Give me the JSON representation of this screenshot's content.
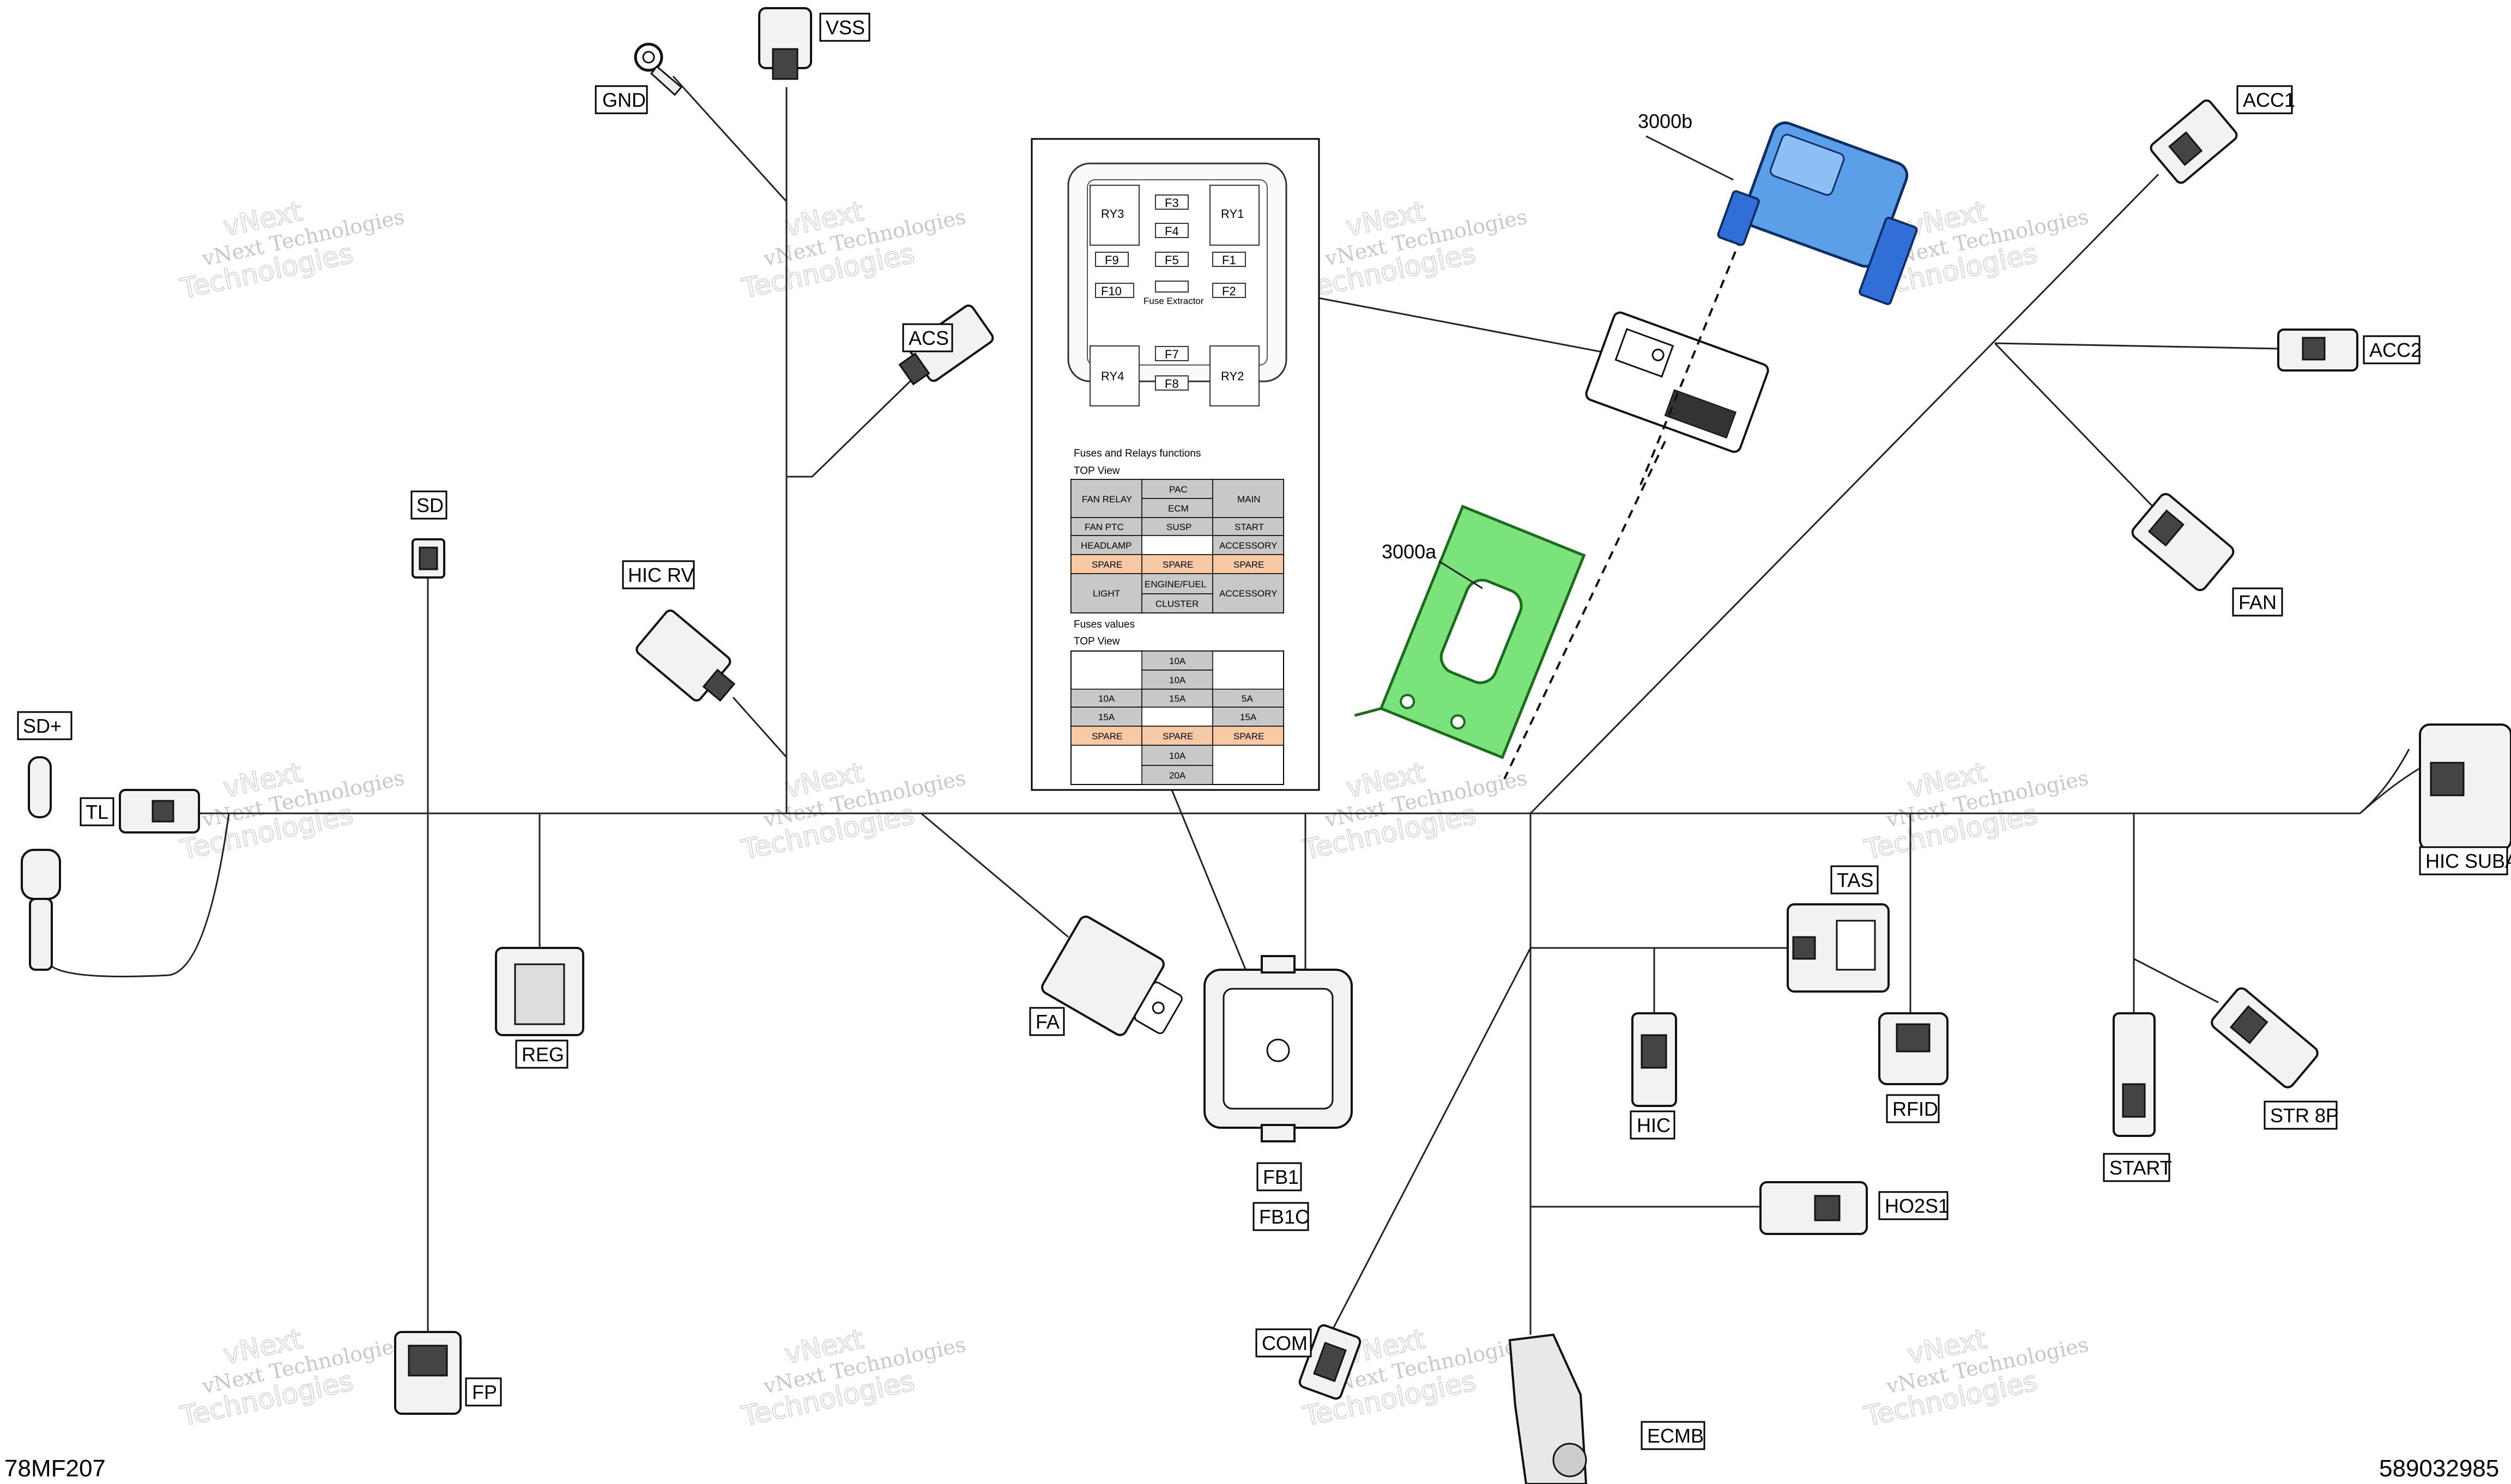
{
  "connector_labels": {
    "gnd": "GND",
    "vss": "VSS",
    "acs": "ACS",
    "sd": "SD",
    "hic_rv": "HIC  RV",
    "sd_plus": "SD+",
    "tl": "TL",
    "reg": "REG",
    "fp": "FP",
    "fa": "FA",
    "fb1": "FB1",
    "fb1c": "FB1C",
    "com": "COM",
    "ecmb": "ECMB",
    "hic": "HIC",
    "tas": "TAS",
    "rfid": "RFID",
    "ho2s1": "HO2S1",
    "start": "START",
    "str8p": "STR 8P",
    "hic_suba": "HIC SUBA",
    "acc1": "ACC1",
    "acc2": "ACC2",
    "fan": "FAN"
  },
  "part_callouts": {
    "bracket_a": "3000a",
    "cover_b": "3000b"
  },
  "fuse_box": {
    "relays": [
      "RY1",
      "RY2",
      "RY3",
      "RY4"
    ],
    "fuses": [
      "F1",
      "F2",
      "F3",
      "F4",
      "F5",
      "F7",
      "F8",
      "F9",
      "F10"
    ],
    "extractor": "Fuse Extractor",
    "functions_caption": "Fuses and Relays functions",
    "values_caption": "Fuses values",
    "top_view": "TOP View",
    "functions_rows": [
      [
        "FAN RELAY",
        "PAC",
        "MAIN"
      ],
      [
        "",
        "ECM",
        ""
      ],
      [
        "FAN PTC",
        "SUSP",
        "START"
      ],
      [
        "HEADLAMP",
        "",
        "ACCESSORY"
      ],
      [
        "SPARE",
        "SPARE",
        "SPARE"
      ],
      [
        "LIGHT",
        "ENGINE/FUEL",
        "ACCESSORY"
      ],
      [
        "",
        "CLUSTER",
        ""
      ]
    ],
    "values_rows": [
      [
        "",
        "10A",
        ""
      ],
      [
        "",
        "10A",
        ""
      ],
      [
        "10A",
        "15A",
        "5A"
      ],
      [
        "15A",
        "",
        "15A"
      ],
      [
        "SPARE",
        "SPARE",
        "SPARE"
      ],
      [
        "",
        "10A",
        ""
      ],
      [
        "",
        "20A",
        ""
      ]
    ]
  },
  "watermark": {
    "line1": "vNext Technologies",
    "line2": "Technologies",
    "line3": "vNext"
  },
  "corner_codes": {
    "left": "78MF207",
    "right": "589032985"
  },
  "colors": {
    "bracket": "#7be37b",
    "cover": "#5b9fe8",
    "spare": "#f7c9a4",
    "header_gray": "#c8c8c8"
  }
}
